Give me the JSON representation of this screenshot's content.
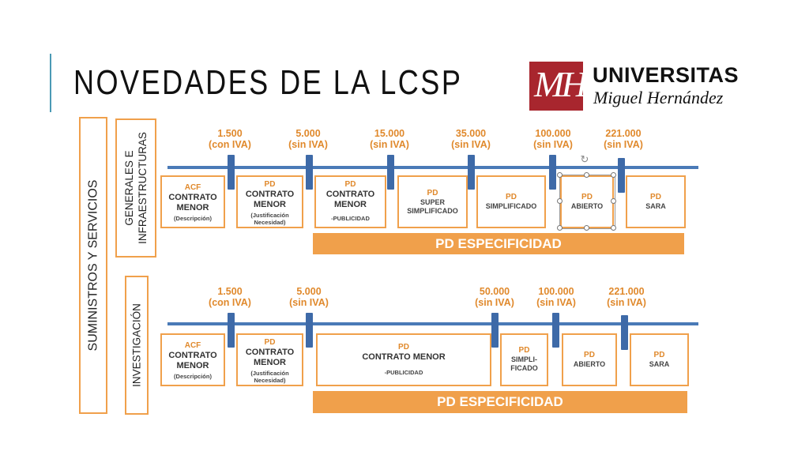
{
  "slide": {
    "title": "NOVEDADES DE LA LCSP"
  },
  "logo": {
    "mark": "MH",
    "line1": "UNIVERSITAS",
    "line2": "Miguel Hernández"
  },
  "diagram": {
    "outer_label": "SUMINISTROS Y SERVICIOS",
    "band_label": "PD ESPECIFICIDAD",
    "top": {
      "side_label_1": "GENERALES E",
      "side_label_2": "INFRAESTRUCTURAS",
      "thresholds": [
        {
          "amount": "1.500",
          "iva": "(con IVA)"
        },
        {
          "amount": "5.000",
          "iva": "(sin IVA)"
        },
        {
          "amount": "15.000",
          "iva": "(sin IVA)"
        },
        {
          "amount": "35.000",
          "iva": "(sin IVA)"
        },
        {
          "amount": "100.000",
          "iva": "(sin IVA)"
        },
        {
          "amount": "221.000",
          "iva": "(sin IVA)"
        }
      ],
      "procedures": [
        {
          "tag": "ACF",
          "name1": "CONTRATO",
          "name2": "MENOR",
          "note1": "(Descripción)",
          "note2": ""
        },
        {
          "tag": "PD",
          "name1": "CONTRATO",
          "name2": "MENOR",
          "note1": "(Justificación",
          "note2": "Necesidad)"
        },
        {
          "tag": "PD",
          "name1": "CONTRATO",
          "name2": "MENOR",
          "note1": "-PUBLICIDAD",
          "note2": ""
        },
        {
          "tag": "PD",
          "name1": "SUPER",
          "name2": "SIMPLIFICADO",
          "note1": "",
          "note2": ""
        },
        {
          "tag": "PD",
          "name1": "SIMPLIFICADO",
          "name2": "",
          "note1": "",
          "note2": ""
        },
        {
          "tag": "PD",
          "name1": "ABIERTO",
          "name2": "",
          "note1": "",
          "note2": ""
        },
        {
          "tag": "PD",
          "name1": "SARA",
          "name2": "",
          "note1": "",
          "note2": ""
        }
      ]
    },
    "bottom": {
      "side_label_1": "INVESTIGACIÓN",
      "thresholds": [
        {
          "amount": "1.500",
          "iva": "(con IVA)"
        },
        {
          "amount": "5.000",
          "iva": "(sin IVA)"
        },
        {
          "amount": "50.000",
          "iva": "(sin IVA)"
        },
        {
          "amount": "100.000",
          "iva": "(sin IVA)"
        },
        {
          "amount": "221.000",
          "iva": "(sin IVA)"
        }
      ],
      "procedures": [
        {
          "tag": "ACF",
          "name1": "CONTRATO",
          "name2": "MENOR",
          "note1": "(Descripción)",
          "note2": ""
        },
        {
          "tag": "PD",
          "name1": "CONTRATO",
          "name2": "MENOR",
          "note1": "(Justificación",
          "note2": "Necesidad)"
        },
        {
          "tag": "PD",
          "name1": "CONTRATO MENOR",
          "name2": "",
          "note1": "-PUBLICIDAD",
          "note2": ""
        },
        {
          "tag": "PD",
          "name1": "SIMPLI-",
          "name2": "FICADO",
          "note1": "",
          "note2": ""
        },
        {
          "tag": "PD",
          "name1": "ABIERTO",
          "name2": "",
          "note1": "",
          "note2": ""
        },
        {
          "tag": "PD",
          "name1": "SARA",
          "name2": "",
          "note1": "",
          "note2": ""
        }
      ]
    }
  },
  "colors": {
    "accent": "#4a9ab5",
    "orange": "#f0a04b",
    "blue_line": "#4a7ab7",
    "brand_red": "#a8262e"
  }
}
